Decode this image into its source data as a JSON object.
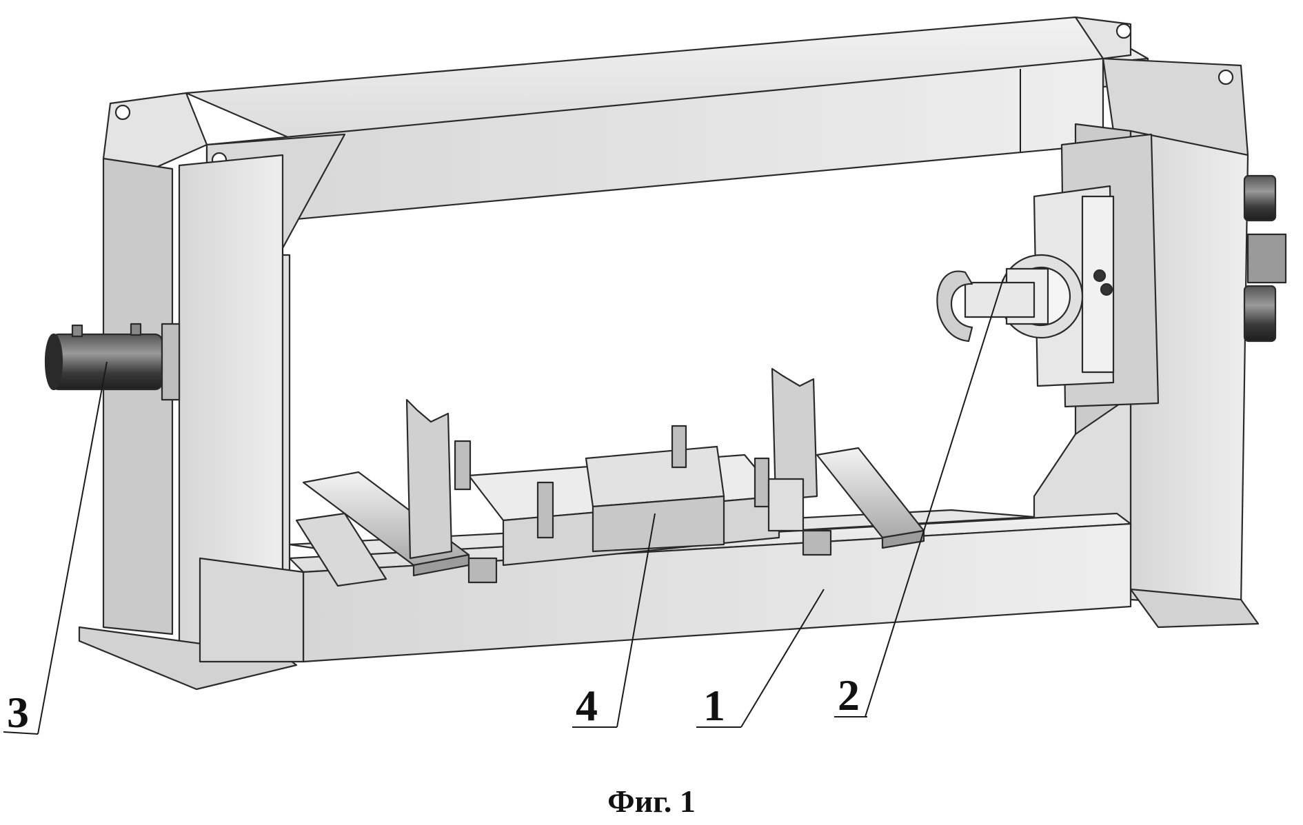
{
  "figure": {
    "caption": "Фиг. 1",
    "callouts": [
      {
        "id": "1",
        "label": "1"
      },
      {
        "id": "2",
        "label": "2"
      },
      {
        "id": "3",
        "label": "3"
      },
      {
        "id": "4",
        "label": "4"
      }
    ]
  }
}
